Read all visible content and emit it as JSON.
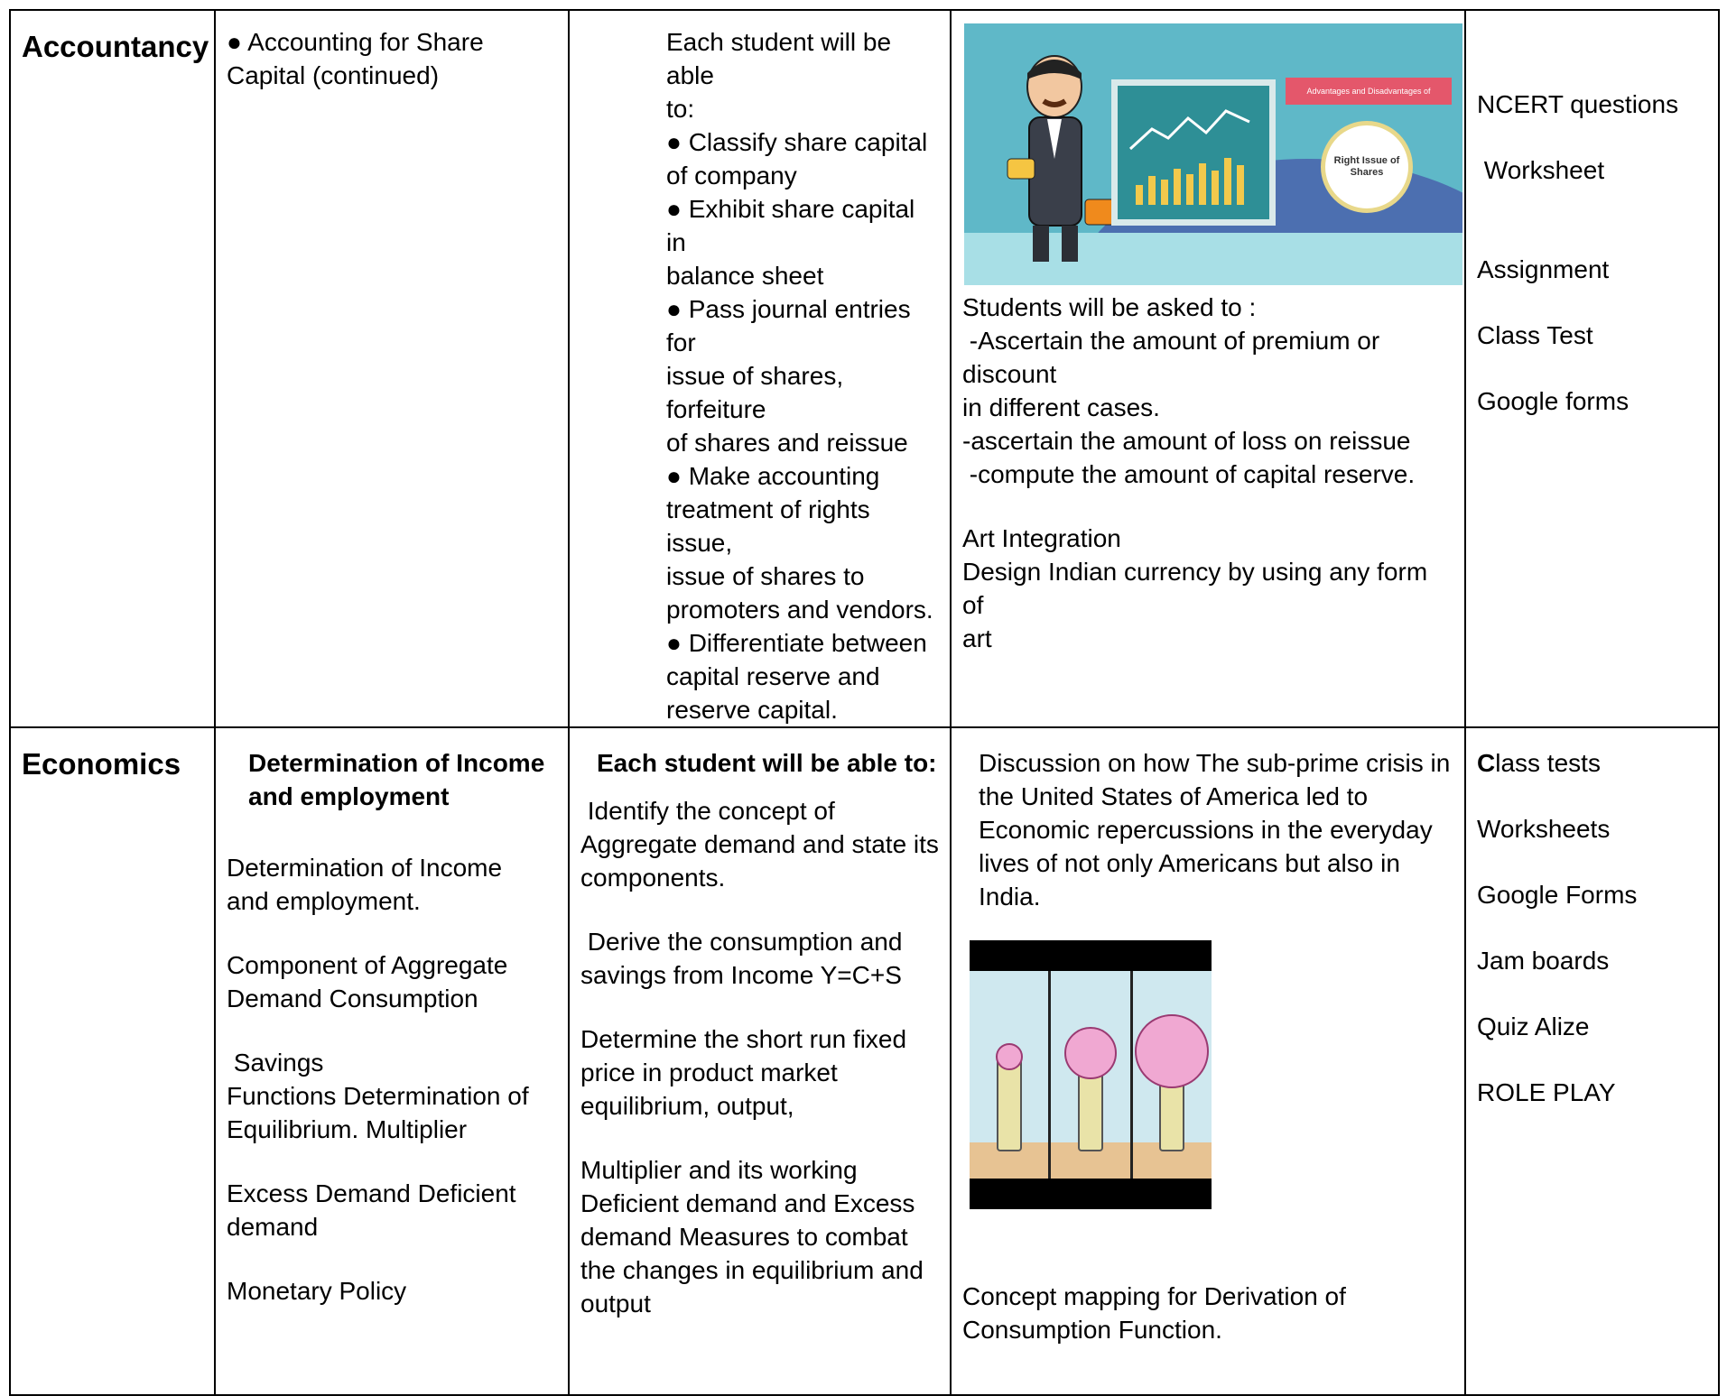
{
  "rows": [
    {
      "subject": "Accountancy",
      "topic_lines": [
        "● Accounting for Share",
        "Capital (continued)"
      ],
      "outcomes_lines": [
        "Each student will be able",
        "to:",
        "● Classify share capital",
        "of company",
        "● Exhibit share capital in",
        "balance sheet",
        "● Pass journal entries for",
        "issue of shares, forfeiture",
        "of shares and reissue",
        "● Make accounting",
        "treatment of rights issue,",
        "issue of shares to",
        "promoters and vendors.",
        "● Differentiate between",
        "capital reserve and",
        "reserve capital."
      ],
      "banner_title": "Advantages and Disadvantages of",
      "banner_badge": "Right Issue of Shares",
      "activity_lines": [
        "Students will be asked to :",
        " -Ascertain the amount of premium or discount",
        "in different cases.",
        "-ascertain the amount of loss on reissue",
        " -compute the amount of capital reserve."
      ],
      "art_lines": [
        "Art Integration",
        "Design Indian currency by using any form of",
        "art"
      ],
      "assessment": [
        "NCERT questions",
        " Worksheet",
        "Assignment",
        "Class Test",
        "Google forms"
      ]
    },
    {
      "subject": "Economics",
      "topic_heading": [
        "Determination of Income",
        "and employment"
      ],
      "topic_blocks": [
        [
          "Determination of Income",
          "and employment."
        ],
        [
          "Component of Aggregate",
          "Demand Consumption"
        ],
        [
          " Savings",
          "Functions Determination of",
          "Equilibrium. Multiplier"
        ],
        [
          "Excess Demand Deficient",
          "demand"
        ],
        [
          "Monetary Policy"
        ]
      ],
      "outcomes_heading": "Each student will be able to:",
      "outcomes_blocks": [
        [
          " Identify the concept of",
          "Aggregate demand and state its",
          "components."
        ],
        [
          " Derive the consumption and",
          "savings from Income Y=C+S"
        ],
        [
          "Determine the short run fixed",
          "price in product market",
          "equilibrium, output,"
        ],
        [
          "Multiplier and its working",
          "Deficient demand and Excess",
          "demand Measures to combat",
          "the changes in equilibrium and",
          "output"
        ]
      ],
      "activity_lines": [
        "Discussion on how The sub-prime crisis in",
        "the United States of America led to",
        "Economic repercussions in the everyday",
        "lives of not only Americans but also in",
        "India."
      ],
      "concept_lines": [
        "Concept mapping for Derivation of",
        "Consumption Function."
      ],
      "assessment_first_bold": "C",
      "assessment_first_rest": "lass tests",
      "assessment": [
        "Worksheets",
        "Google Forms",
        "Jam boards",
        "Quiz Alize",
        "ROLE PLAY"
      ]
    }
  ]
}
